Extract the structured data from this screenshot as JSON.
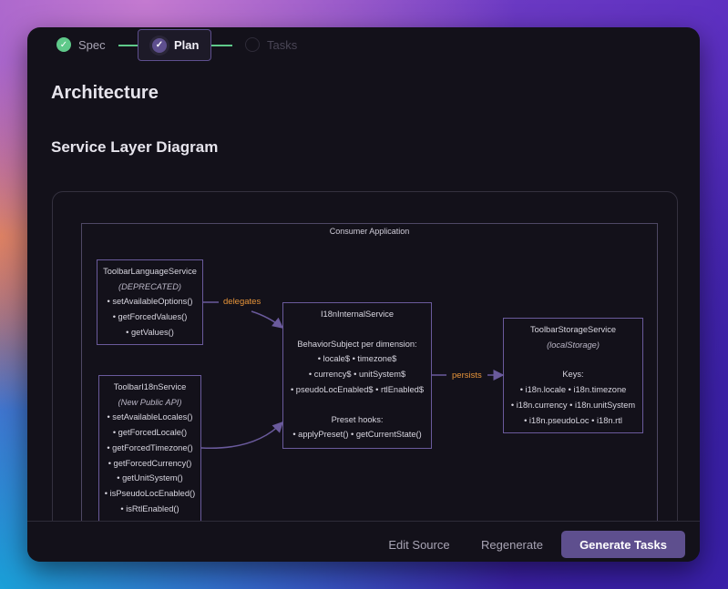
{
  "steps": [
    {
      "label": "Spec",
      "state": "done"
    },
    {
      "label": "Plan",
      "state": "current"
    },
    {
      "label": "Tasks",
      "state": "pending"
    }
  ],
  "page_title": "Architecture",
  "section_title": "Service Layer Diagram",
  "diagram": {
    "container": "Consumer Application",
    "language": {
      "title": "ToolbarLanguageService",
      "note": "(DEPRECATED)",
      "items": [
        "• setAvailableOptions()",
        "• getForcedValues()",
        "• getValues()"
      ]
    },
    "i18n": {
      "title": "ToolbarI18nService",
      "note": "(New Public API)",
      "items": [
        "• setAvailableLocales()",
        "• getForcedLocale()",
        "• getForcedTimezone()",
        "• getForcedCurrency()",
        "• getUnitSystem()",
        "• isPseudoLocEnabled()",
        "• isRtlEnabled()"
      ]
    },
    "internal": {
      "title": "I18nInternalService",
      "subtitle": "BehaviorSubject per dimension:",
      "items": [
        "• locale$ • timezone$",
        "• currency$ • unitSystem$",
        "• pseudoLocEnabled$ • rtlEnabled$"
      ],
      "hooks_title": "Preset hooks:",
      "hooks": "• applyPreset() • getCurrentState()"
    },
    "storage": {
      "title": "ToolbarStorageService",
      "note": "(localStorage)",
      "keys_title": "Keys:",
      "items": [
        "• i18n.locale • i18n.timezone",
        "• i18n.currency • i18n.unitSystem",
        "• i18n.pseudoLoc • i18n.rtl"
      ]
    },
    "edges": {
      "delegates": "delegates",
      "persists": "persists"
    }
  },
  "footer": {
    "edit": "Edit Source",
    "regen": "Regenerate",
    "generate": "Generate Tasks"
  },
  "colors": {
    "accent": "#5e4f8e",
    "done": "#5fc98a",
    "edge_label": "#e8953a"
  }
}
